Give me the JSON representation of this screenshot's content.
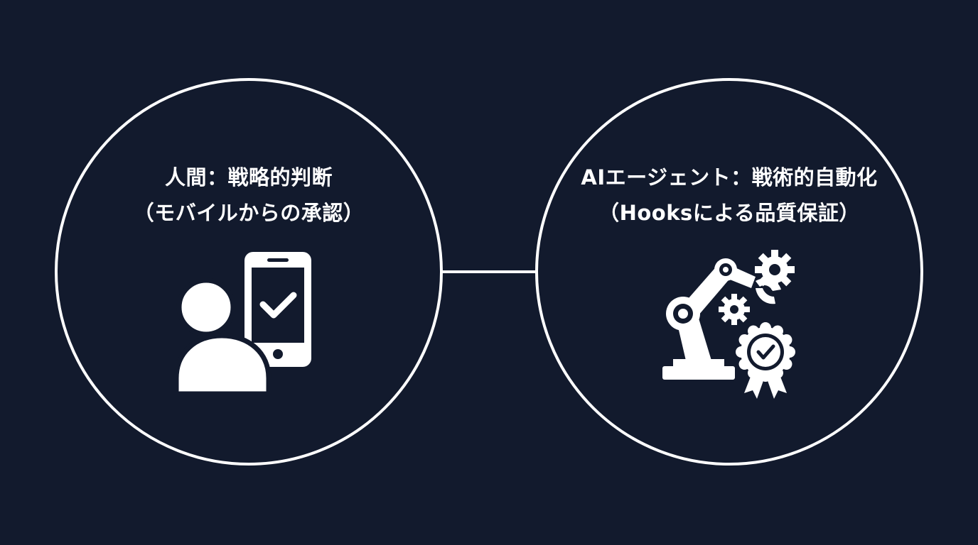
{
  "left": {
    "title_line1": "人間：戦略的判断",
    "title_line2": "（モバイルからの承認）",
    "icon": "person-with-mobile-approval-icon"
  },
  "right": {
    "title_line1": "AIエージェント：戦術的自動化",
    "title_line2": "（Hooksによる品質保証）",
    "icon": "robotic-arm-gears-quality-badge-icon"
  },
  "colors": {
    "background": "#121a2d",
    "foreground": "#ffffff"
  }
}
